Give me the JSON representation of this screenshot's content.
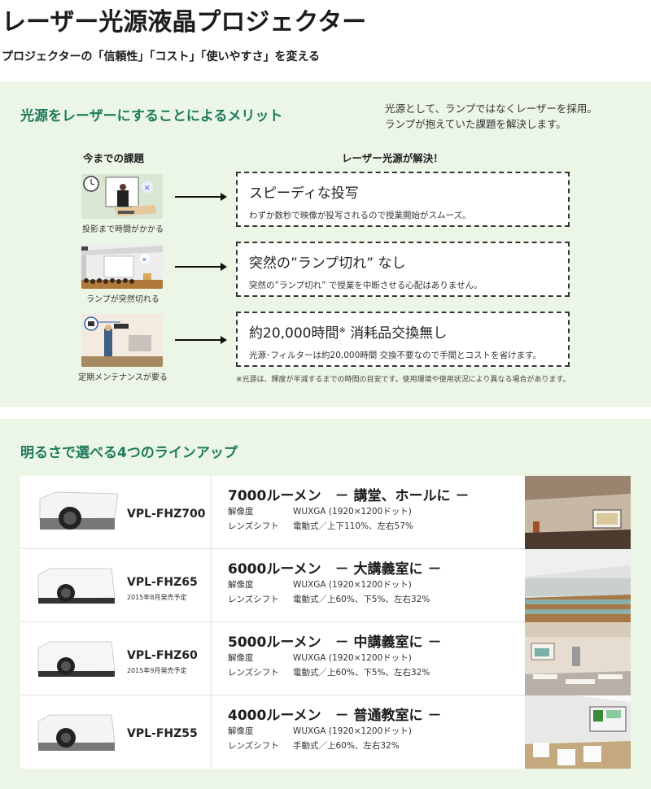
{
  "header": {
    "title": "レーザー光源液晶プロジェクター",
    "subtitle": "プロジェクターの「信頼性」「コスト」「使いやすさ」を変える"
  },
  "merits": {
    "heading": "光源をレーザーにすることによるメリット",
    "intro_line1": "光源として、ランプではなくレーザーを採用。",
    "intro_line2": "ランプが抱えていた課題を解決します。",
    "col_problems": "今までの課題",
    "col_solutions": "レーザー光源が解決！",
    "rows": [
      {
        "problem": "投影まで時間がかかる",
        "problem_icon": "presenter-waiting-clock-illustration",
        "solution_title": "スピーディな投写",
        "solution_desc": "わずか数秒で映像が投写されるので授業開始がスムーズ。"
      },
      {
        "problem": "ランプが突然切れる",
        "problem_icon": "lecture-hall-lamp-failure-illustration",
        "solution_title": "突然の”ランプ切れ” なし",
        "solution_desc": "突然の”ランプ切れ” で授業を中断させる心配はありません。"
      },
      {
        "problem": "定期メンテナンスが要る",
        "problem_icon": "maintenance-worker-illustration",
        "solution_title": "約20,000時間",
        "solution_title_mark": "※",
        "solution_title_suffix": " 消耗品交換無し",
        "solution_desc": "光源･フィルターは約20,000時間 交換不要なので手間とコストを省けます。"
      }
    ],
    "footnote": "※光源は、輝度が半減するまでの時間の目安です。使用環境や使用状況により異なる場合があります。"
  },
  "lineup": {
    "heading": "明るさで選べる4つのラインアップ",
    "spec_labels": {
      "resolution": "解像度",
      "lens_shift": "レンズシフト"
    },
    "items": [
      {
        "model": "VPL-FHZ700",
        "release": "",
        "lumen": "7000ルーメン　－ 講堂、ホールに －",
        "resolution": "WUXGA (1920×1200ドット)",
        "lens_shift": "電動式／上下110%、左右57%",
        "room": "auditorium-photo"
      },
      {
        "model": "VPL-FHZ65",
        "release": "2015年8月発売予定",
        "lumen": "6000ルーメン　－ 大講義室に －",
        "resolution": "WUXGA (1920×1200ドット)",
        "lens_shift": "電動式／上60%、下5%、左右32%",
        "room": "large-lecture-room-photo"
      },
      {
        "model": "VPL-FHZ60",
        "release": "2015年9月発売予定",
        "lumen": "5000ルーメン　－ 中講義室に －",
        "resolution": "WUXGA (1920×1200ドット)",
        "lens_shift": "電動式／上60%、下5%、左右32%",
        "room": "medium-lecture-room-photo"
      },
      {
        "model": "VPL-FHZ55",
        "release": "",
        "lumen": "4000ルーメン　－ 普通教室に －",
        "resolution": "WUXGA (1920×1200ドット)",
        "lens_shift": "手動式／上60%、左右32%",
        "room": "classroom-photo"
      }
    ]
  },
  "colors": {
    "section_bg": "#ebf6e6",
    "heading_green": "#1e7a5c",
    "text": "#1c1c1c"
  }
}
